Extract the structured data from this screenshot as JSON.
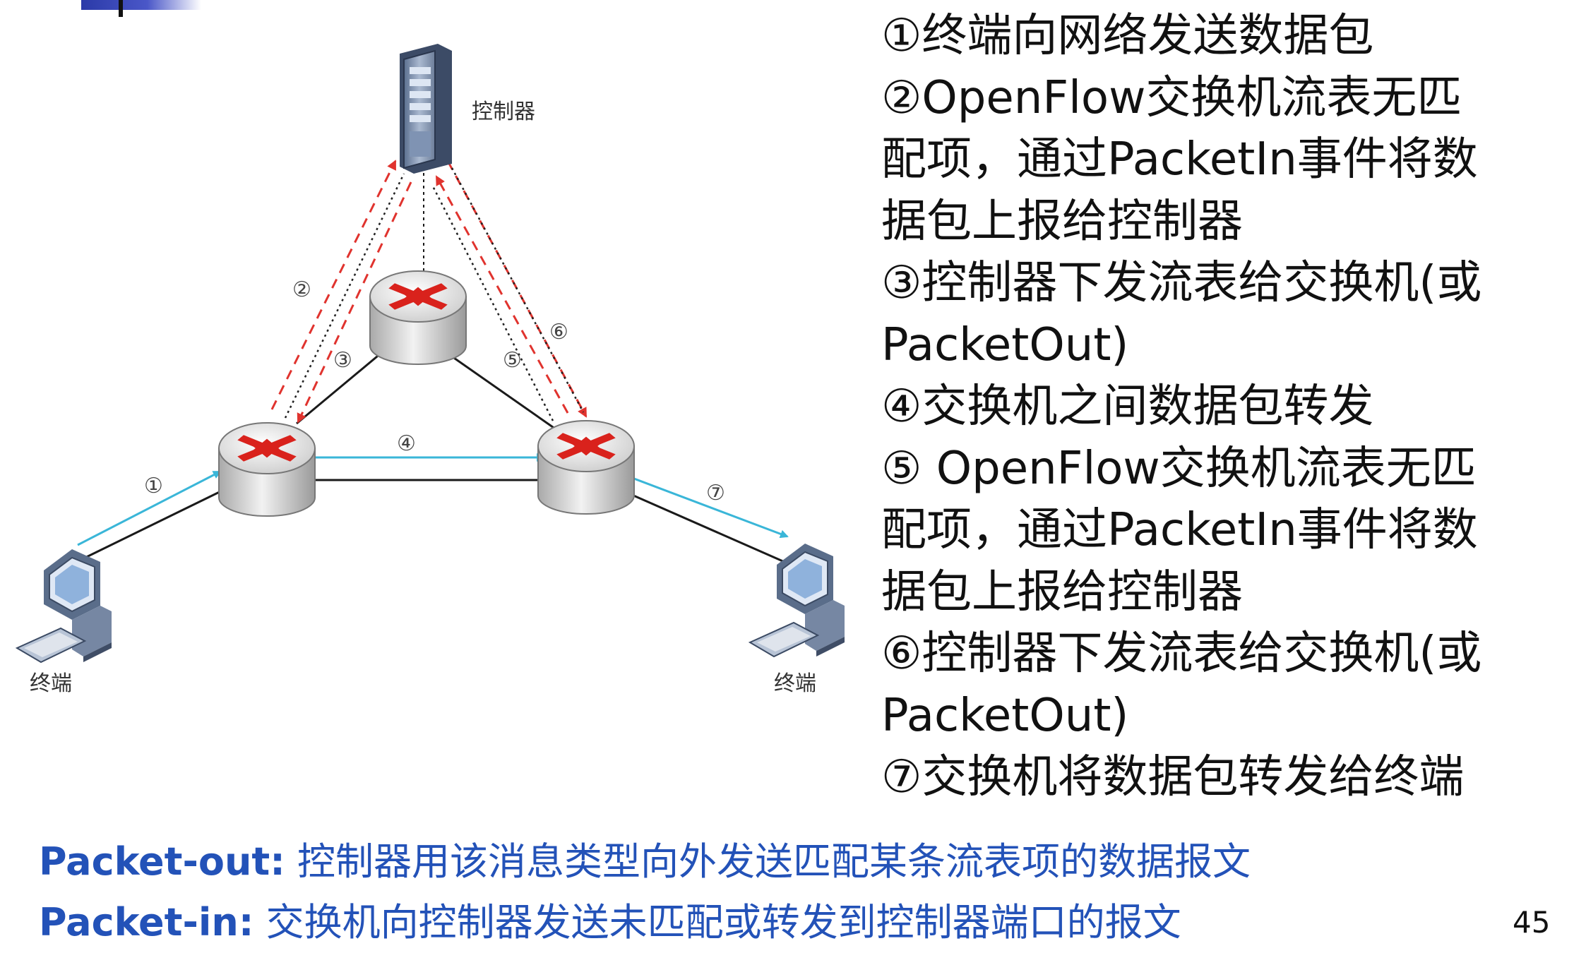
{
  "diagram": {
    "controller_label": "控制器",
    "terminal_left_label": "终端",
    "terminal_right_label": "终端",
    "step_markers": [
      "①",
      "②",
      "③",
      "④",
      "⑤",
      "⑥",
      "⑦"
    ]
  },
  "steps": [
    "①终端向网络发送数据包",
    "②OpenFlow交换机流表无匹",
    "配项，通过PacketIn事件将数",
    "据包上报给控制器",
    "③控制器下发流表给交换机(或",
    "PacketOut)",
    "④交换机之间数据包转发",
    "⑤ OpenFlow交换机流表无匹",
    "配项，通过PacketIn事件将数",
    "据包上报给控制器",
    "⑥控制器下发流表给交换机(或",
    "PacketOut)",
    "⑦交换机将数据包转发给终端"
  ],
  "definitions": [
    {
      "term": "Packet-out:",
      "text": " 控制器用该消息类型向外发送匹配某条流表项的数据报文"
    },
    {
      "term": "Packet-in:",
      "text": " 交换机向控制器发送未匹配或转发到控制器端口的报文"
    }
  ],
  "page_number": "45",
  "colors": {
    "data_link": "#3ab6d8",
    "packet_in_dashed": "#e0332e",
    "flow_mod_dotted": "#222222",
    "definition_text": "#2352b8",
    "switch_arrows": "#d9221c"
  }
}
